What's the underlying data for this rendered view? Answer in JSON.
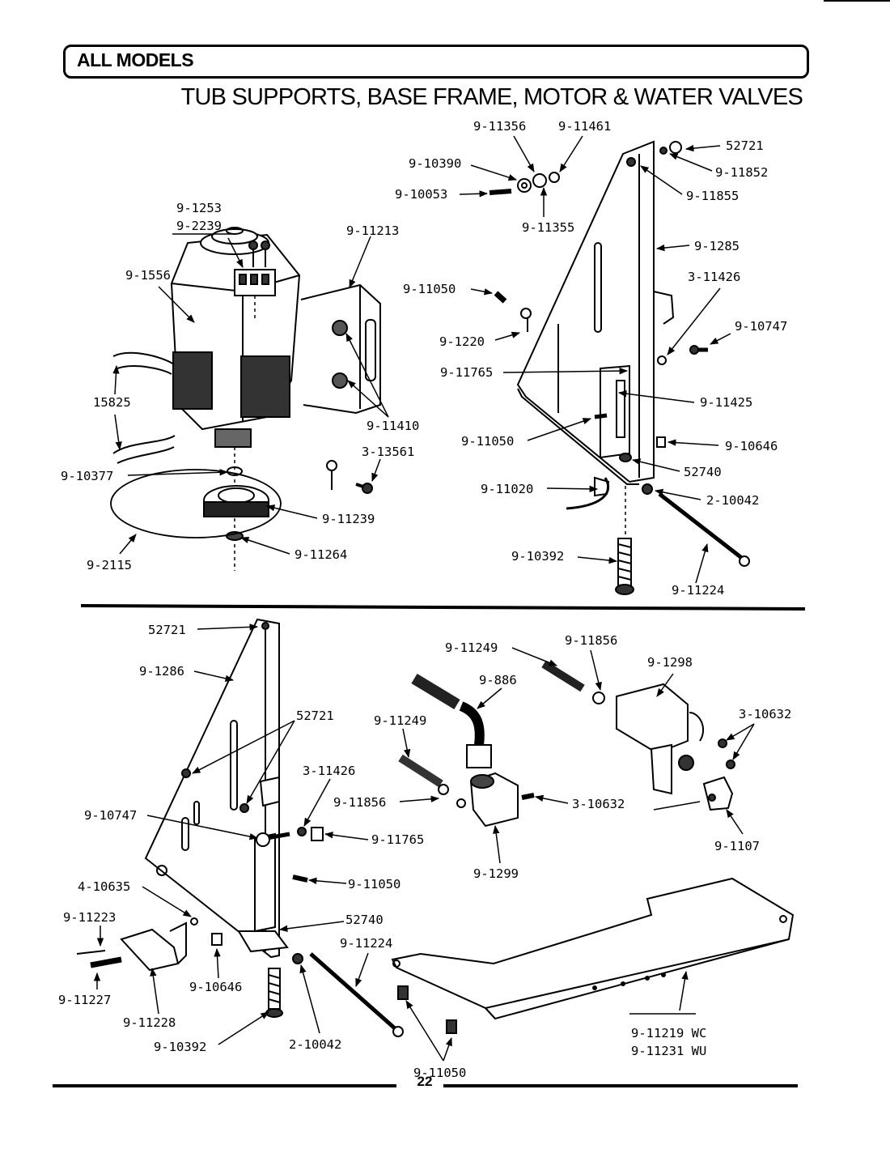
{
  "header": {
    "models_label": "ALL MODELS",
    "title": "TUB SUPPORTS, BASE FRAME, MOTOR & WATER VALVES"
  },
  "page_number": "22",
  "parts": {
    "p_11356": "9-11356",
    "p_11461": "9-11461",
    "p_52721_a": "52721",
    "p_10390": "9-10390",
    "p_11852": "9-11852",
    "p_10053": "9-10053",
    "p_11855": "9-11855",
    "p_11355": "9-11355",
    "p_1253": "9-1253",
    "p_2239": "9-2239",
    "p_11213": "9-11213",
    "p_1285": "9-1285",
    "p_1556": "9-1556",
    "p_11050_a": "9-11050",
    "p_3_11426_a": "3-11426",
    "p_10747_a": "9-10747",
    "p_1220": "9-1220",
    "p_11765_a": "9-11765",
    "p_11425": "9-11425",
    "p_15825": "15825",
    "p_11410": "9-11410",
    "p_11050_b": "9-11050",
    "p_10646_a": "9-10646",
    "p_3_13561": "3-13561",
    "p_52740_a": "52740",
    "p_10377": "9-10377",
    "p_11020": "9-11020",
    "p_2_10042_a": "2-10042",
    "p_11239": "9-11239",
    "p_10392_a": "9-10392",
    "p_11264": "9-11264",
    "p_2115": "9-2115",
    "p_11224_a": "9-11224",
    "p_52721_b": "52721",
    "p_11249_a": "9-11249",
    "p_11856_a": "9-11856",
    "p_1286": "9-1286",
    "p_886": "9-886",
    "p_1298": "9-1298",
    "p_52721_c": "52721",
    "p_11249_b": "9-11249",
    "p_3_10632_a": "3-10632",
    "p_3_11426_b": "3-11426",
    "p_11856_b": "9-11856",
    "p_3_10632_b": "3-10632",
    "p_10747_b": "9-10747",
    "p_11765_b": "9-11765",
    "p_1107": "9-1107",
    "p_1299": "9-1299",
    "p_11050_c": "9-11050",
    "p_4_10635": "4-10635",
    "p_11223": "9-11223",
    "p_52740_b": "52740",
    "p_11224_b": "9-11224",
    "p_10646_b": "9-10646",
    "p_11227": "9-11227",
    "p_11228": "9-11228",
    "p_11219": "9-11219 WC",
    "p_11231": "9-11231 WU",
    "p_10392_b": "9-10392",
    "p_2_10042_b": "2-10042",
    "p_11050_d": "9-11050"
  }
}
